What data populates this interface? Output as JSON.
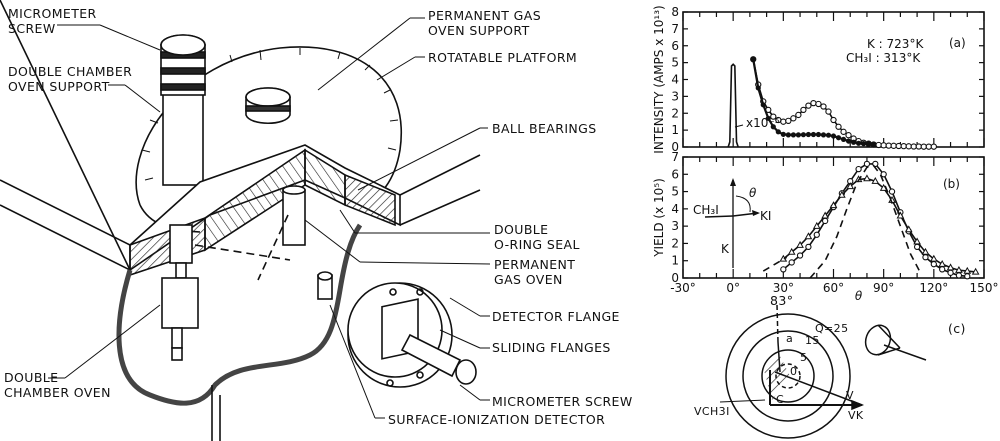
{
  "apparatus": {
    "labels": {
      "micrometer_screw_top": "MICROMETER\nSCREW",
      "double_chamber_oven_support": "DOUBLE CHAMBER\nOVEN SUPPORT",
      "permanent_gas_oven_support": "PERMANENT GAS\nOVEN SUPPORT",
      "rotatable_platform": "ROTATABLE PLATFORM",
      "ball_bearings": "BALL BEARINGS",
      "double_o_ring_seal": "DOUBLE\nO-RING SEAL",
      "permanent_gas_oven": "PERMANENT\nGAS OVEN",
      "detector_flange": "DETECTOR FLANGE",
      "sliding_flanges": "SLIDING FLANGES",
      "micrometer_screw_bottom": "MICROMETER SCREW",
      "surface_ionization_detector": "SURFACE-IONIZATION DETECTOR",
      "double_chamber_oven": "DOUBLE\nCHAMBER OVEN"
    }
  },
  "chart_data": [
    {
      "type": "line",
      "panel": "(a)",
      "ylabel": "INTENSITY (AMPS x 10^13)",
      "xlabel": "",
      "xlim": [
        -30,
        150
      ],
      "ylim": [
        0,
        8
      ],
      "yticks": [
        "0",
        "1",
        "2",
        "3",
        "4",
        "5",
        "6",
        "7",
        "8"
      ],
      "annotations": [
        "K : 723°K",
        "CH3I : 313°K",
        "x10^-5",
        "(a)"
      ],
      "series": [
        {
          "name": "K beam peak (x10^-5)",
          "marker": "none",
          "x": [
            -3,
            -2,
            -1,
            0,
            1,
            2,
            3
          ],
          "y": [
            0,
            0.3,
            4.8,
            4.9,
            4.8,
            0.3,
            0
          ]
        },
        {
          "name": "open circles",
          "marker": "open-circle",
          "x": [
            12,
            15,
            18,
            21,
            24,
            27,
            30,
            33,
            36,
            39,
            42,
            45,
            48,
            51,
            54,
            57,
            60,
            63,
            66,
            69,
            72,
            75,
            78,
            81,
            84,
            87,
            90,
            93,
            96,
            99,
            102,
            105,
            108,
            111,
            114,
            117,
            120
          ],
          "y": [
            5.2,
            3.7,
            2.7,
            2.2,
            1.8,
            1.6,
            1.5,
            1.55,
            1.7,
            1.9,
            2.2,
            2.45,
            2.6,
            2.55,
            2.4,
            2.1,
            1.6,
            1.2,
            0.9,
            0.7,
            0.5,
            0.35,
            0.25,
            0.2,
            0.15,
            0.12,
            0.1,
            0.08,
            0.07,
            0.06,
            0.05,
            0.04,
            0.03,
            0.03,
            0.02,
            0.02,
            0.02
          ]
        },
        {
          "name": "filled circles",
          "marker": "filled-circle",
          "x": [
            12,
            15,
            18,
            21,
            24,
            27,
            30,
            33,
            36,
            39,
            42,
            45,
            48,
            51,
            54,
            57,
            60,
            63,
            66,
            69,
            72,
            75,
            78,
            81,
            84
          ],
          "y": [
            5.2,
            3.5,
            2.5,
            1.7,
            1.2,
            0.9,
            0.75,
            0.72,
            0.72,
            0.72,
            0.73,
            0.74,
            0.74,
            0.74,
            0.72,
            0.7,
            0.65,
            0.55,
            0.45,
            0.35,
            0.28,
            0.22,
            0.2,
            0.18,
            0.15
          ]
        }
      ]
    },
    {
      "type": "line",
      "panel": "(b)",
      "ylabel": "YIELD (x 10^5)",
      "xlabel": "θ",
      "xlim": [
        -30,
        150
      ],
      "ylim": [
        0,
        7
      ],
      "xticks": [
        "-30°",
        "0°",
        "30°",
        "60°",
        "90°",
        "120°",
        "150°"
      ],
      "yticks": [
        "0",
        "1",
        "2",
        "3",
        "4",
        "5",
        "6",
        "7"
      ],
      "annotations": [
        "(b)",
        "CH3I",
        "KI",
        "K",
        "θ"
      ],
      "series": [
        {
          "name": "open circles",
          "marker": "open-circle",
          "x": [
            30,
            35,
            40,
            45,
            50,
            55,
            60,
            65,
            70,
            75,
            80,
            85,
            90,
            95,
            100,
            105,
            110,
            115,
            120,
            125,
            130,
            135,
            140
          ],
          "y": [
            0.5,
            0.9,
            1.3,
            1.8,
            2.5,
            3.3,
            4.1,
            4.9,
            5.6,
            6.3,
            6.6,
            6.6,
            6.0,
            5.0,
            3.8,
            2.7,
            1.8,
            1.2,
            0.8,
            0.5,
            0.3,
            0.15,
            0.1
          ]
        },
        {
          "name": "triangles",
          "marker": "triangle",
          "x": [
            30,
            35,
            40,
            45,
            50,
            55,
            60,
            65,
            70,
            75,
            80,
            85,
            90,
            95,
            100,
            105,
            110,
            115,
            120,
            125,
            130,
            135,
            140,
            145
          ],
          "y": [
            1.1,
            1.5,
            1.9,
            2.4,
            3.0,
            3.6,
            4.2,
            4.8,
            5.3,
            5.7,
            5.75,
            5.6,
            5.2,
            4.5,
            3.6,
            2.8,
            2.1,
            1.5,
            1.1,
            0.8,
            0.6,
            0.45,
            0.4,
            0.35
          ]
        },
        {
          "name": "dashed calc",
          "marker": "none",
          "dash": true,
          "x": [
            46,
            55,
            62,
            68,
            74,
            80,
            84,
            88,
            94,
            100,
            106,
            112
          ],
          "y": [
            0,
            1.0,
            2.4,
            4.0,
            5.5,
            6.4,
            6.5,
            6.0,
            4.6,
            3.0,
            1.4,
            0.3
          ]
        },
        {
          "name": "dashed wide",
          "marker": "none",
          "dash": true,
          "x": [
            18,
            25,
            32
          ],
          "y": [
            0.4,
            0.8,
            1.2
          ]
        }
      ]
    }
  ],
  "panel_c": {
    "label": "(c)",
    "angle_label": "83°",
    "rings": [
      "Q=25",
      "15",
      "5",
      "0"
    ],
    "vector_labels": {
      "a": "a",
      "c": "C",
      "v": "V",
      "vk": "VK",
      "vch3i": "VCH3I"
    }
  }
}
